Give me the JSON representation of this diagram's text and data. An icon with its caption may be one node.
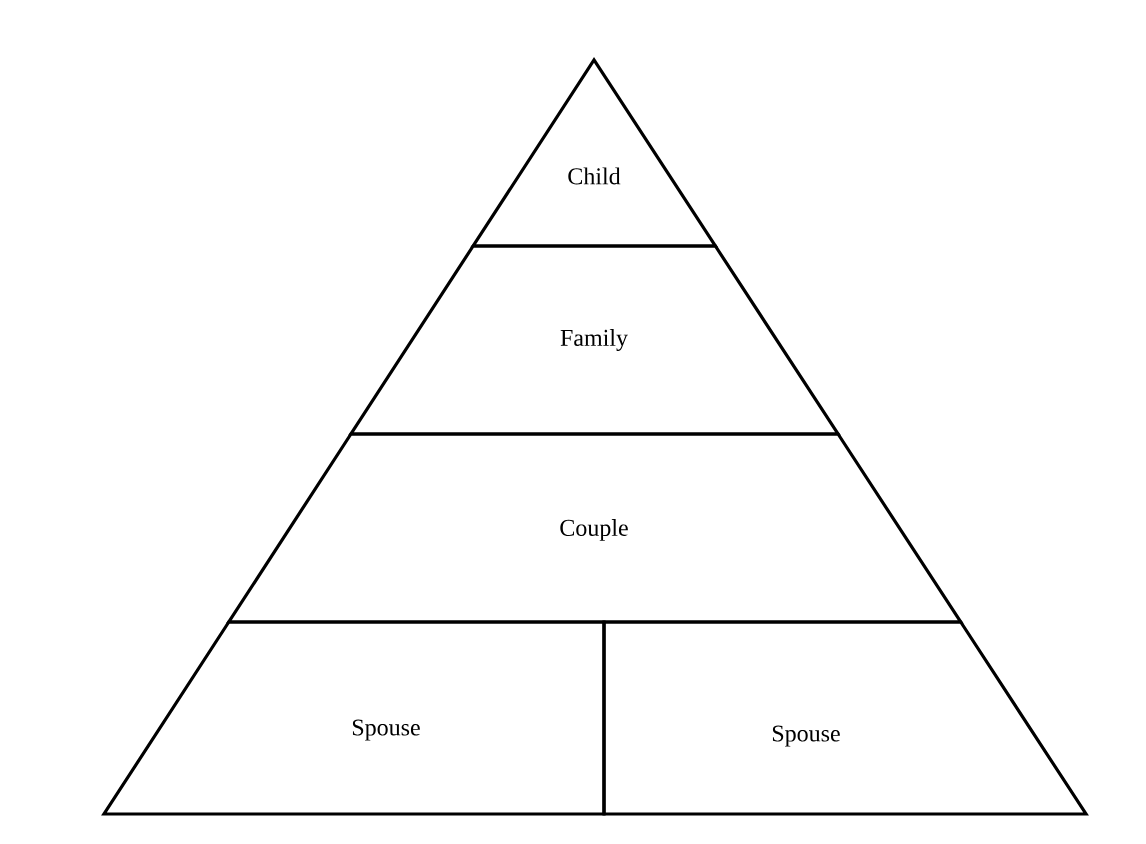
{
  "diagram": {
    "nodes": [
      {
        "text": [
          "Child"
        ]
      },
      {
        "text": [
          "Family"
        ]
      },
      {
        "text": [
          "Couple"
        ]
      },
      {
        "text": [
          "Spouse"
        ]
      },
      {
        "text": [
          "Spouse"
        ]
      }
    ]
  }
}
